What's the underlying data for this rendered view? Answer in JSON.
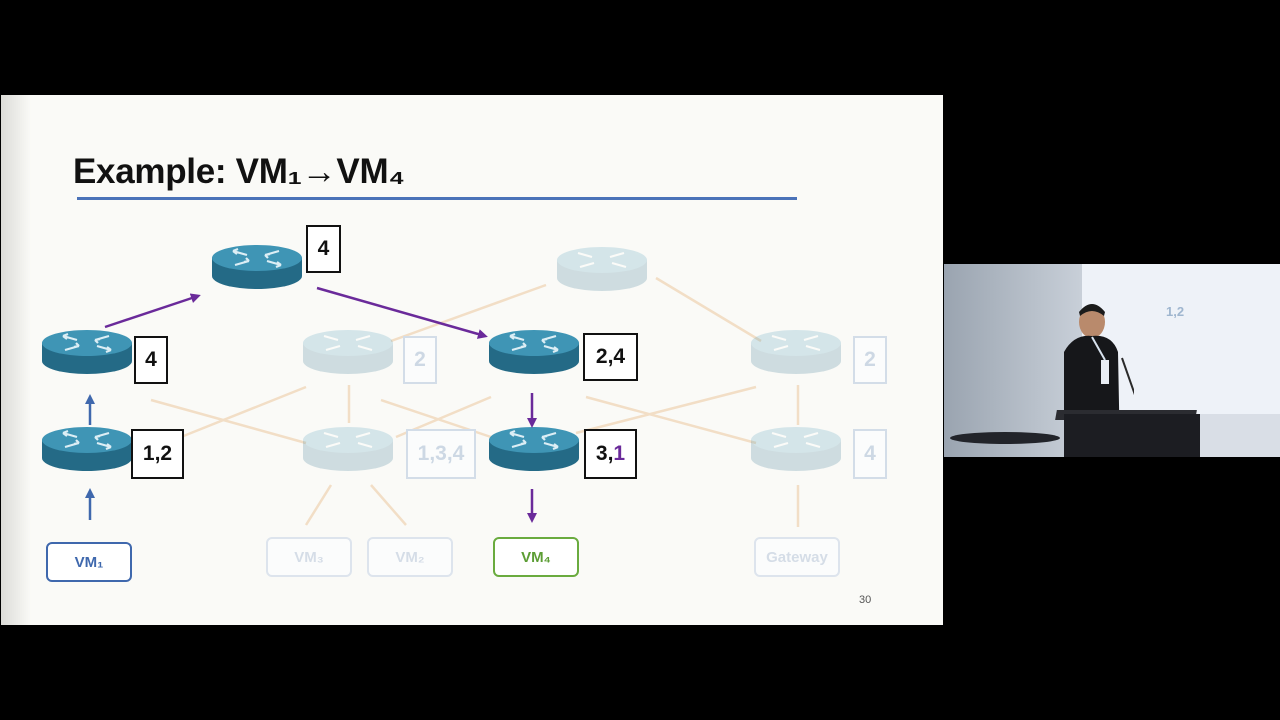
{
  "slide": {
    "title": "Example: VM₁→VM₄",
    "page_number": "30"
  },
  "routers": {
    "top_left_table": "4",
    "top_right_table": "",
    "mid_1_table": "4",
    "mid_2_table": "2",
    "mid_3_table": "2,4",
    "mid_4_table": "2",
    "low_1_table": "1,2",
    "low_2_table": "1,3,4",
    "low_3_table_prefix": "3,",
    "low_3_table_highlight": "1",
    "low_4_table": "4"
  },
  "endpoints": {
    "vm1": "VM₁",
    "vm3": "VM₃",
    "vm2": "VM₂",
    "vm4": "VM₄",
    "gateway": "Gateway"
  },
  "video_inset": {
    "projected_text": "1,2"
  },
  "colors": {
    "router_body": "#2f7f9e",
    "router_top": "#3c93b3",
    "path_arrow": "#6a2a9a",
    "upstream_arrow": "#3f68ad",
    "title_rule": "#4a72b8",
    "target_vm": "#6aab3f",
    "faded_link": "#f1dcc2"
  }
}
